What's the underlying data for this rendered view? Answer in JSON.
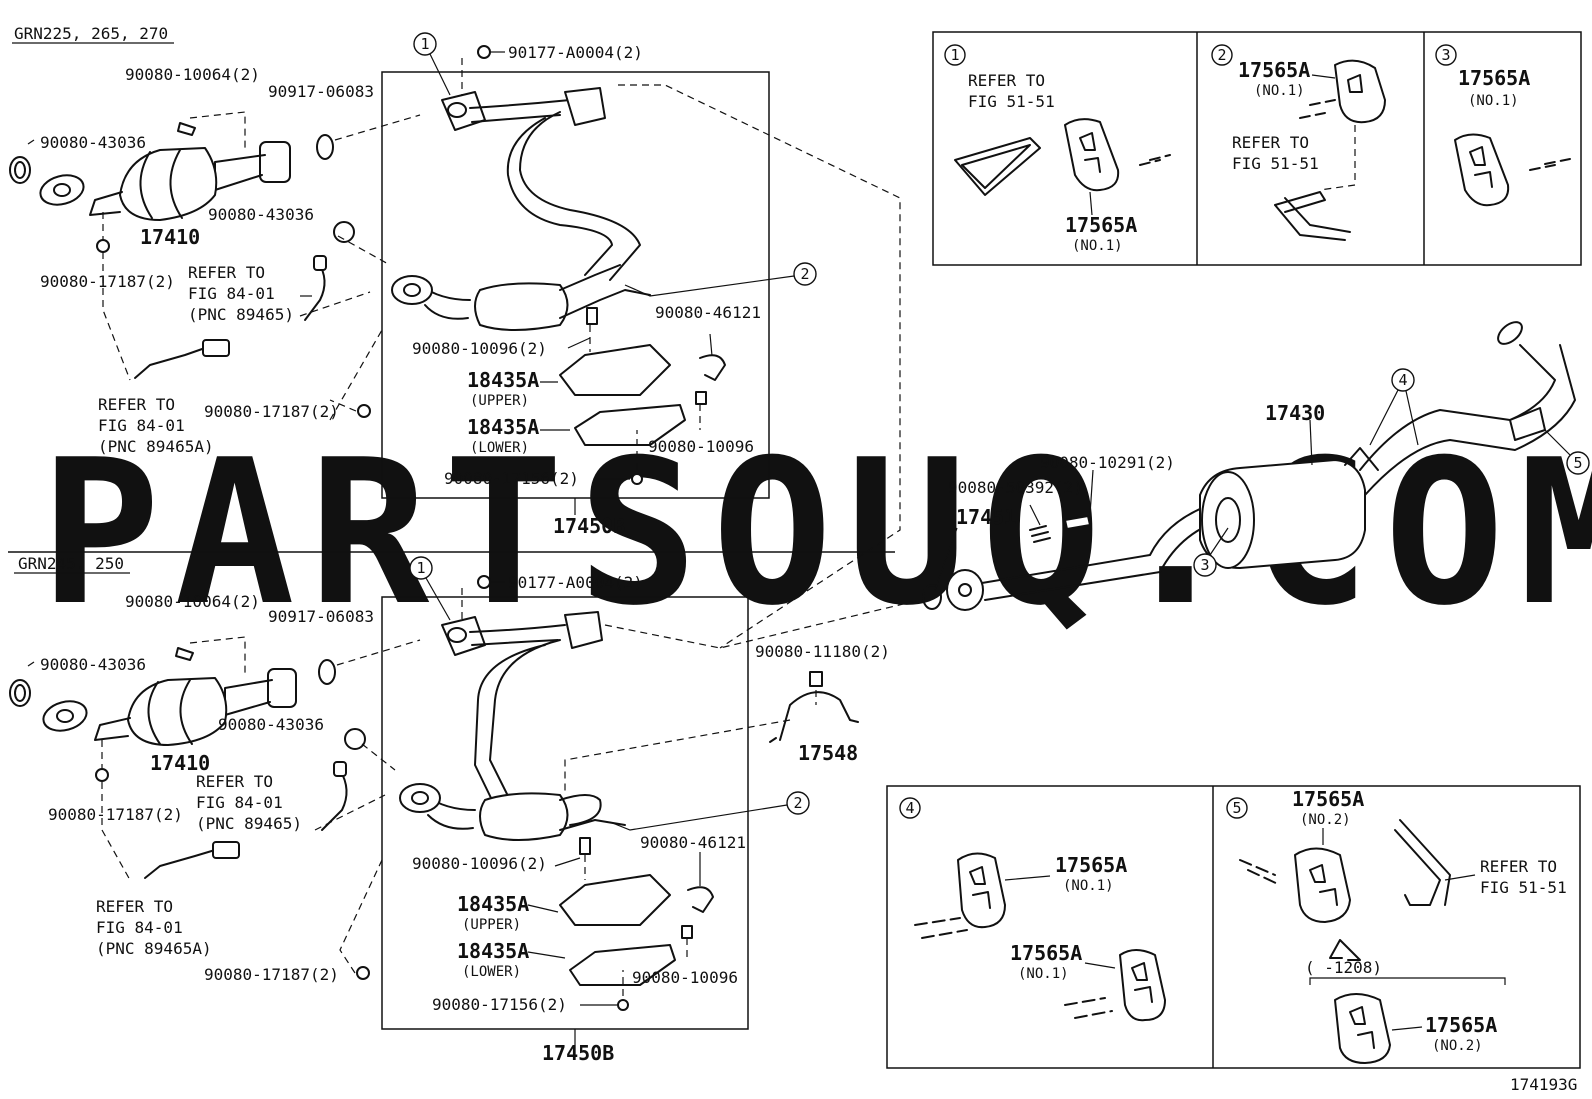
{
  "watermark": "PARTSOUQ.COM",
  "diagram_code": "174193G",
  "top_section": {
    "model_label": "GRN225, 265, 270",
    "callouts": [
      "1",
      "2"
    ],
    "labels": {
      "flange_bolt": "90080-10064(2)",
      "gasket_upper": "90917-06083",
      "gasket_left": "90080-43036",
      "front_pipe": "17410",
      "gasket_mid": "90080-43036",
      "nut_left": "90080-17187(2)",
      "refer_a_1": "REFER TO",
      "refer_a_2": "FIG 84-01",
      "refer_a_3": "(PNC 89465)",
      "refer_b_1": "REFER TO",
      "refer_b_2": "FIG 84-01",
      "refer_b_3": "(PNC 89465A)",
      "nut_bottom": "90080-17187(2)",
      "nut_top": "90177-A0004(2)",
      "clamp": "90080-46121",
      "bolt_insulator": "90080-10096(2)",
      "insulator_upper": "18435A",
      "insulator_upper_sub": "(UPPER)",
      "insulator_lower": "18435A",
      "insulator_lower_sub": "(LOWER)",
      "bolt_single": "90080-10096",
      "nut_insulator": "90080-17156(2)",
      "assembly": "17450B"
    }
  },
  "bottom_section": {
    "model_label": "GRN245, 250",
    "callouts": [
      "1",
      "2"
    ],
    "labels": {
      "flange_bolt": "90080-10064(2)",
      "gasket_upper": "90917-06083",
      "gasket_left": "90080-43036",
      "front_pipe": "17410",
      "gasket_mid": "90080-43036",
      "nut_left": "90080-17187(2)",
      "refer_a_1": "REFER TO",
      "refer_a_2": "FIG 84-01",
      "refer_a_3": "(PNC 89465)",
      "refer_b_1": "REFER TO",
      "refer_b_2": "FIG 84-01",
      "refer_b_3": "(PNC 89465A)",
      "nut_bottom": "90080-17187(2)",
      "nut_top": "90177-A0004(2)",
      "bracket_bolt": "90080-11180(2)",
      "bracket": "17548",
      "clamp": "90080-46121",
      "bolt_insulator": "90080-10096(2)",
      "insulator_upper": "18435A",
      "insulator_upper_sub": "(UPPER)",
      "insulator_lower": "18435A",
      "insulator_lower_sub": "(LOWER)",
      "bolt_single": "90080-10096",
      "nut_insulator": "90080-17156(2)",
      "assembly": "17450B"
    }
  },
  "muffler": {
    "tail_pipe": "17430",
    "stud_bolt": "90080-10291(2)",
    "spring": "90080-50392(2)",
    "gasket": "17451",
    "callouts": [
      "4",
      "5",
      "3"
    ]
  },
  "detail_1": {
    "num": "1",
    "refer_1": "REFER TO",
    "refer_2": "FIG 51-51",
    "part": "17565A",
    "sub": "(NO.1)"
  },
  "detail_2": {
    "num": "2",
    "part": "17565A",
    "sub": "(NO.1)",
    "refer_1": "REFER TO",
    "refer_2": "FIG 51-51"
  },
  "detail_3": {
    "num": "3",
    "part": "17565A",
    "sub": "(NO.1)"
  },
  "detail_4": {
    "num": "4",
    "part_a": "17565A",
    "sub_a": "(NO.1)",
    "part_b": "17565A",
    "sub_b": "(NO.1)"
  },
  "detail_5": {
    "num": "5",
    "part_top": "17565A",
    "sub_top": "(NO.2)",
    "refer_1": "REFER TO",
    "refer_2": "FIG 51-51",
    "date_range": "(      -1208)",
    "part_bottom": "17565A",
    "sub_bottom": "(NO.2)"
  }
}
